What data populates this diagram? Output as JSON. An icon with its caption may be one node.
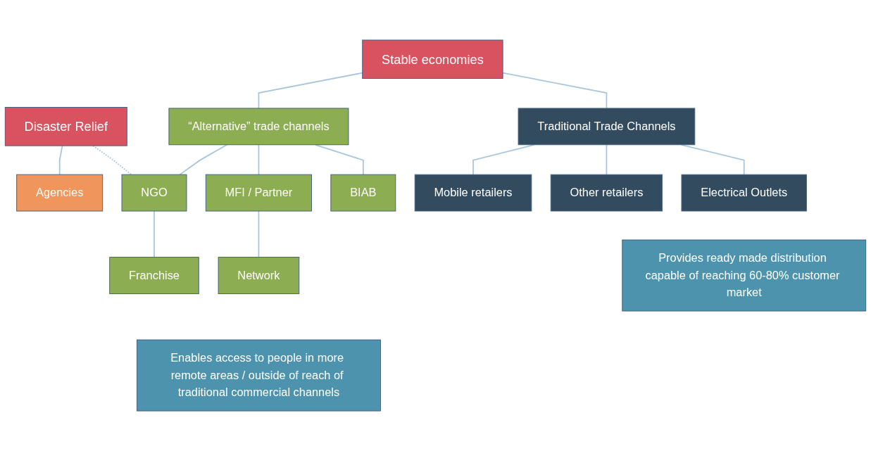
{
  "diagram": {
    "nodes": [
      {
        "text": [
          "Stable economies"
        ]
      },
      {
        "text": [
          "Disaster Relief"
        ]
      },
      {
        "text": [
          "Traditional Trade Channels"
        ]
      },
      {
        "text": [
          "“Alternative” trade channels"
        ]
      },
      {
        "text": [
          "Electrical Outlets"
        ]
      },
      {
        "text": [
          "Other retailers"
        ]
      },
      {
        "text": [
          "Mobile retailers"
        ]
      },
      {
        "text": [
          "MFI / Partner"
        ]
      },
      {
        "text": [
          "NGO"
        ]
      },
      {
        "text": [
          "Agencies"
        ]
      },
      {
        "text": [
          "BIAB"
        ]
      },
      {
        "text": [
          "Network"
        ]
      },
      {
        "text": [
          "Franchise"
        ]
      },
      {
        "text": [
          "Provides ready made distribution capable of reaching 60-80% customer market"
        ]
      },
      {
        "text": [
          "Enables access to people in more remote areas / outside of reach of traditional commercial channels"
        ]
      }
    ],
    "edges": [
      {
        "from": 0,
        "to": 2,
        "arrow": "none"
      },
      {
        "from": 0,
        "to": 3,
        "arrow": "none"
      },
      {
        "from": 2,
        "to": 4,
        "arrow": "none"
      },
      {
        "from": 2,
        "to": 5,
        "arrow": "none"
      },
      {
        "from": 2,
        "to": 6,
        "arrow": "none"
      },
      {
        "from": 3,
        "to": 10,
        "arrow": "none"
      },
      {
        "from": 3,
        "to": 7,
        "arrow": "none"
      },
      {
        "from": 3,
        "to": 8,
        "arrow": "none"
      },
      {
        "from": 1,
        "to": 8,
        "arrow": "none",
        "style": "dashed"
      },
      {
        "from": 1,
        "to": 9,
        "arrow": "none"
      },
      {
        "from": 7,
        "to": 11,
        "arrow": "none"
      },
      {
        "from": 8,
        "to": 12,
        "arrow": "none"
      }
    ]
  }
}
